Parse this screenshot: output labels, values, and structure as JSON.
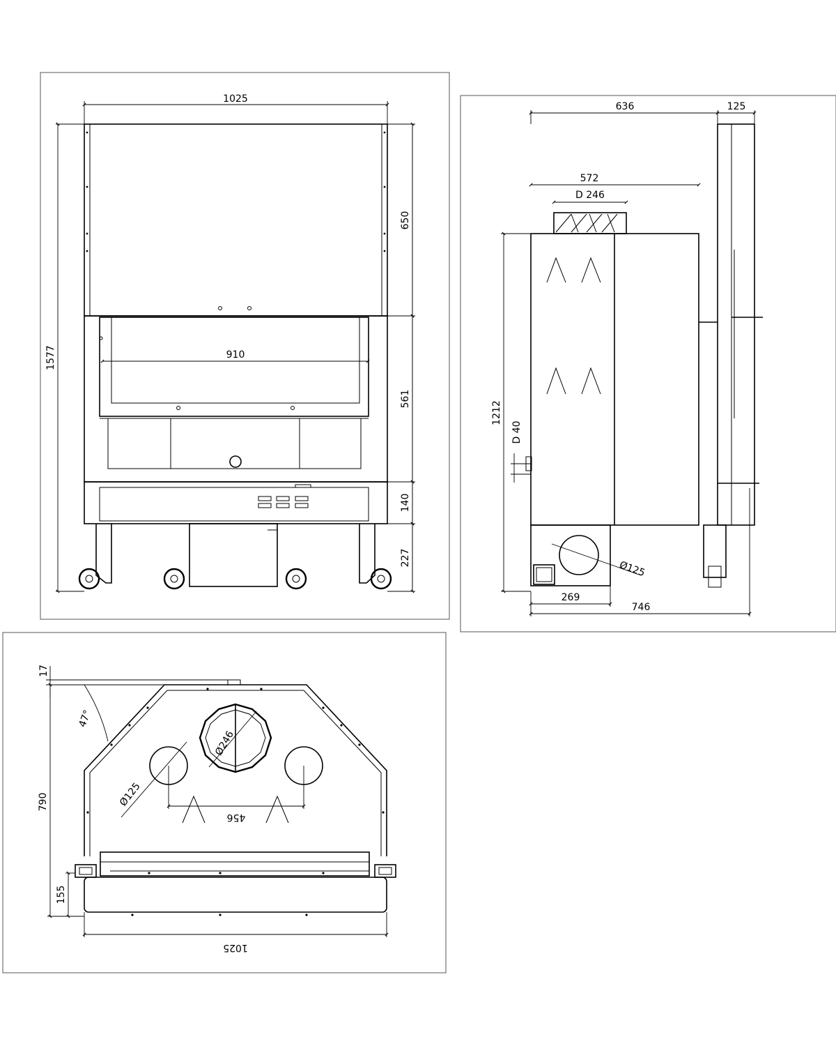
{
  "front_view": {
    "dims": {
      "overall_width": "1025",
      "total_height": "1577",
      "hood_height": "650",
      "opening_height": "561",
      "base_height": "140",
      "leg_height": "227",
      "opening_width": "910"
    }
  },
  "side_view": {
    "dims": {
      "depth_top": "636",
      "door_depth": "125",
      "body_depth": "572",
      "collar_diameter": "D 246",
      "body_height": "1212",
      "inlet_diameter": "D 40",
      "air_intake_diameter": "Ø125",
      "intake_offset": "269",
      "total_depth": "746"
    }
  },
  "top_view": {
    "dims": {
      "door_offset": "17",
      "angle": "47°",
      "flue_diameter": "Ø246",
      "duct_diameter": "Ø125",
      "duct_spacing": "456",
      "overall_depth": "790",
      "front_depth": "155",
      "overall_width": "1025"
    }
  }
}
